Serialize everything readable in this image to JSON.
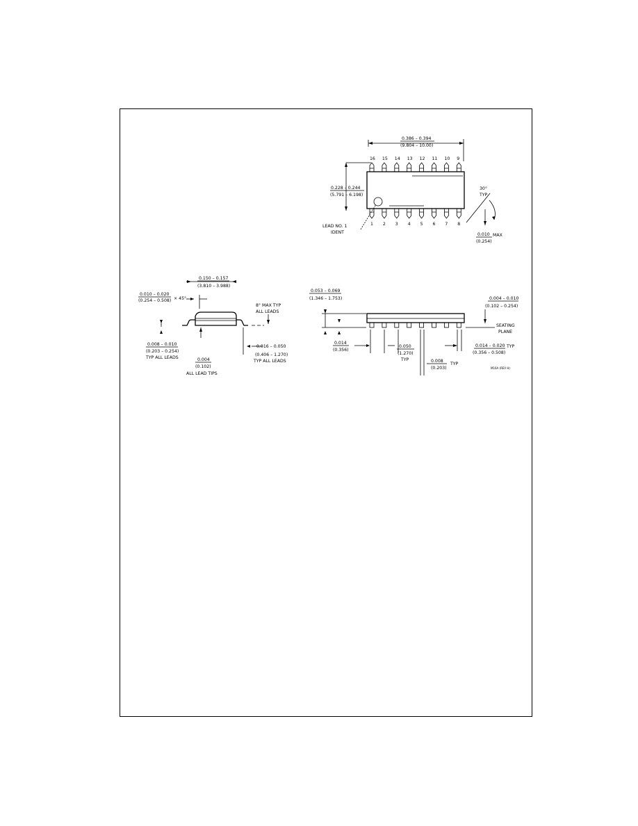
{
  "top_view": {
    "pin_numbers_top": [
      "16",
      "15",
      "14",
      "13",
      "12",
      "11",
      "10",
      "9"
    ],
    "pin_numbers_bottom": [
      "1",
      "2",
      "3",
      "4",
      "5",
      "6",
      "7",
      "8"
    ],
    "length_in": "0.386 – 0.394",
    "length_mm": "(9.804 – 10.00)",
    "width_in": "0.228 – 0.244",
    "width_mm": "(5.791 – 6.198)",
    "angle": "30°",
    "angle_typ": "TYP",
    "max_in": "0.010",
    "max_label": "MAX",
    "max_mm": "(0.254)",
    "lead_ident_1": "LEAD NO. 1",
    "lead_ident_2": "IDENT"
  },
  "end_view": {
    "width_in": "0.150 – 0.157",
    "width_mm": "(3.810 – 3.988)",
    "chamfer_in": "0.010 – 0.020",
    "chamfer_mm": "(0.254 – 0.508)",
    "chamfer_angle": "× 45°",
    "angle_typ": "8° MAX TYP",
    "angle_leads": "ALL LEADS",
    "lead_thk_in": "0.008 – 0.010",
    "lead_thk_mm": "(0.203 – 0.254)",
    "lead_thk_note": "TYP ALL LEADS",
    "tip_in": "0.004",
    "tip_mm": "(0.102)",
    "tip_note": "ALL LEAD TIPS",
    "foot_in": "0.016 – 0.050",
    "foot_mm": "(0.406 – 1.270)",
    "foot_note": "TYP ALL LEADS"
  },
  "side_view": {
    "height_in": "0.053 – 0.069",
    "height_mm": "(1.346 – 1.753)",
    "standoff_in": "0.004 – 0.010",
    "standoff_mm": "(0.102 – 0.254)",
    "seating_1": "SEATING",
    "seating_2": "PLANE",
    "a_in": "0.014",
    "a_mm": "(0.356)",
    "pitch_in": "0.050",
    "pitch_mm": "(1.270)",
    "pitch_typ": "TYP",
    "lead_w_in": "0.014 – 0.020",
    "lead_w_typ": "TYP",
    "lead_w_mm": "(0.356 – 0.508)",
    "gap_in": "0.008",
    "gap_typ": "TYP",
    "gap_mm": "(0.203)",
    "drawing_code": "M16A (REV H)"
  }
}
